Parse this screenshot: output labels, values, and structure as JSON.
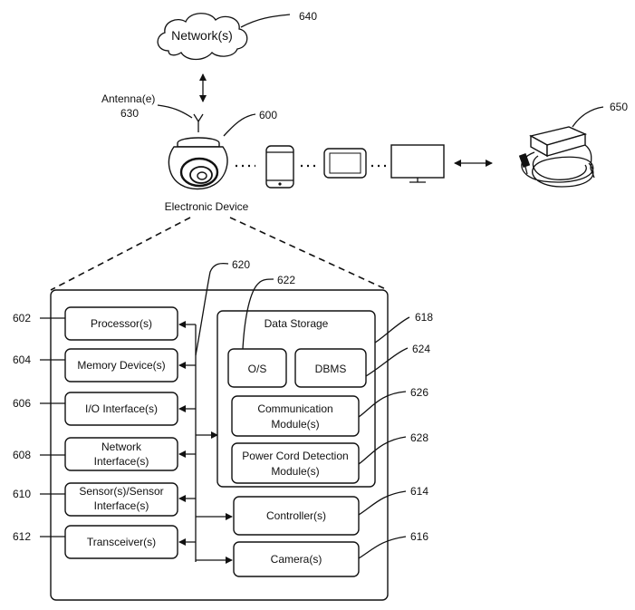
{
  "network": {
    "label": "Network(s)",
    "ref": "640"
  },
  "antenna": {
    "label_line1": "Antenna(e)",
    "label_line2": "630"
  },
  "device": {
    "label": "Electronic Device",
    "ref": "600"
  },
  "power_cord_ref": "650",
  "block": {
    "ref_bus": "620",
    "ref_os": "622",
    "data_storage": {
      "title": "Data Storage",
      "ref": "618"
    },
    "os": "O/S",
    "dbms": "DBMS",
    "dbms_ref": "624",
    "comm_line1": "Communication",
    "comm_line2": "Module(s)",
    "comm_ref": "626",
    "pcd_line1": "Power Cord Detection",
    "pcd_line2": "Module(s)",
    "pcd_ref": "628",
    "controller": "Controller(s)",
    "controller_ref": "614",
    "camera": "Camera(s)",
    "camera_ref": "616",
    "processor": "Processor(s)",
    "processor_ref": "602",
    "memory": "Memory Device(s)",
    "memory_ref": "604",
    "io": "I/O Interface(s)",
    "io_ref": "606",
    "net_line1": "Network",
    "net_line2": "Interface(s)",
    "net_ref": "608",
    "sensor_line1": "Sensor(s)/Sensor",
    "sensor_line2": "Interface(s)",
    "sensor_ref": "610",
    "transceiver": "Transceiver(s)",
    "transceiver_ref": "612"
  },
  "icons": [
    "cloud-icon",
    "security-camera-icon",
    "antenna-icon",
    "smartphone-icon",
    "tablet-icon",
    "monitor-icon",
    "power-cord-icon"
  ]
}
